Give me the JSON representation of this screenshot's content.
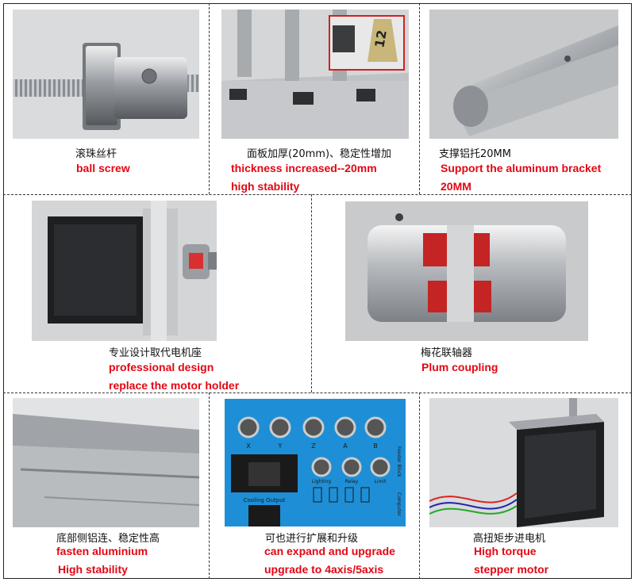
{
  "colors": {
    "accent": "#e30613",
    "text": "#111111",
    "border": "#222222"
  },
  "cells": [
    {
      "id": "ball-screw",
      "cn": "滚珠丝杆",
      "en": [
        "ball screw"
      ]
    },
    {
      "id": "profile",
      "cn": "面板加厚(20mm)、稳定性增加",
      "en": [
        "thickness increased--20mm",
        "high stability"
      ],
      "inset_digits": "12"
    },
    {
      "id": "support",
      "cn": "支撑铝托20MM",
      "en": [
        "Support the aluminum bracket",
        "20MM"
      ]
    },
    {
      "id": "motor-holder",
      "cn": "专业设计取代电机座",
      "en": [
        "professional design",
        "replace the motor holder"
      ]
    },
    {
      "id": "coupling",
      "cn": "梅花联轴器",
      "en": [
        "Plum coupling"
      ]
    },
    {
      "id": "aluminium",
      "cn": "底部侧铝连、稳定性高",
      "en": [
        "fasten aluminium",
        "High stability"
      ]
    },
    {
      "id": "control-box",
      "cn": "可也进行扩展和升级",
      "en": [
        "can expand and upgrade",
        "upgrade to 4axis/5axis"
      ],
      "panel": {
        "axes": [
          "X",
          "Y",
          "Z",
          "A",
          "B"
        ],
        "lower": [
          "Lighting",
          "Relay",
          "Limit"
        ],
        "cooling": "Cooling Output",
        "side": "Feeder Block",
        "side2": "Computer"
      }
    },
    {
      "id": "stepper",
      "cn": "高扭矩步进电机",
      "en": [
        "High torque",
        "stepper motor"
      ]
    }
  ]
}
